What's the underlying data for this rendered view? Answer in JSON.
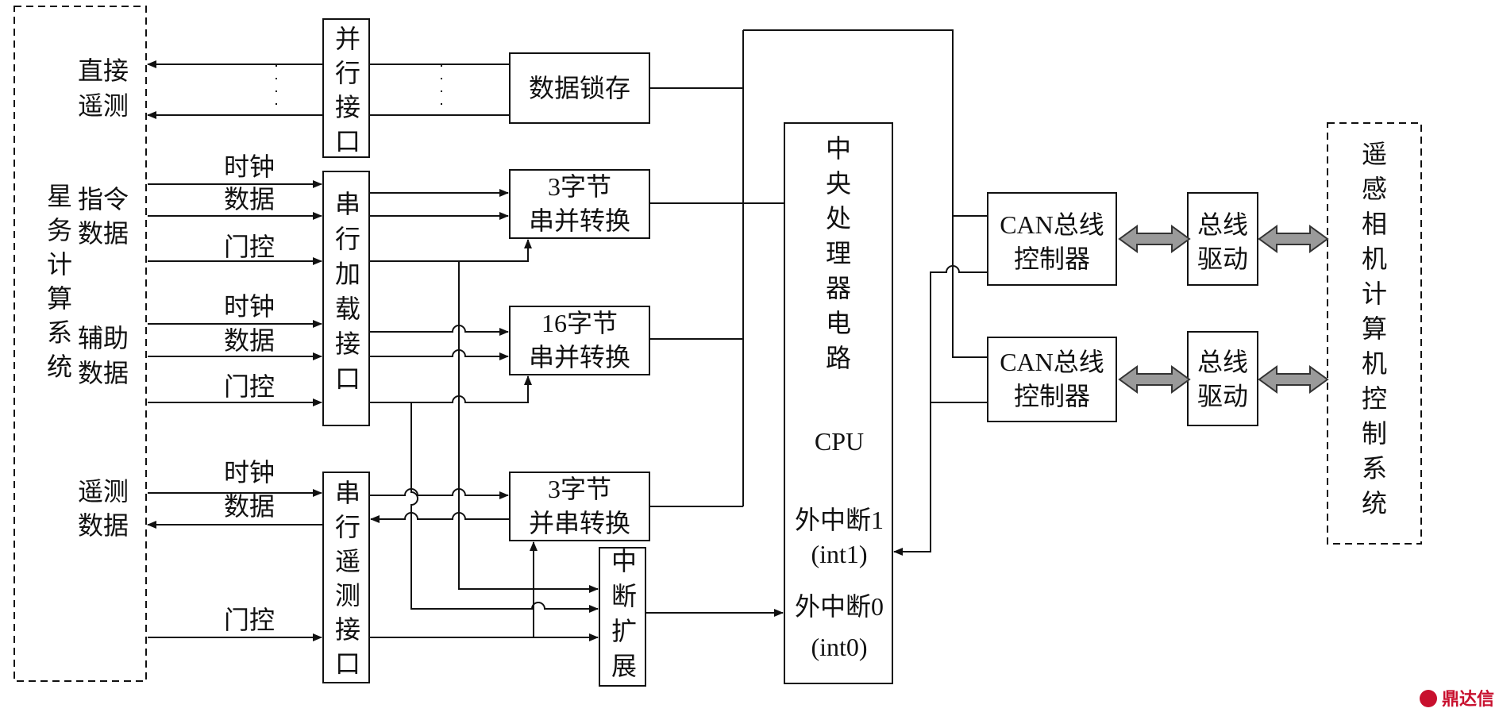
{
  "left_system": "星务计算系统",
  "right_system": "遥感相机计算机控制系统",
  "inputs": {
    "direct_telemetry": [
      "直接",
      "遥测"
    ],
    "command_data": [
      "指令",
      "数据"
    ],
    "aux_data": [
      "辅助",
      "数据"
    ],
    "telemetry_data": [
      "遥测",
      "数据"
    ]
  },
  "signals": {
    "clock": "时钟",
    "data": "数据",
    "gate": "门控"
  },
  "blocks": {
    "parallel_interface": "并行接口",
    "serial_load_interface": "串行加载接口",
    "serial_telemetry_interface": "串行遥测接口",
    "data_latch": "数据锁存",
    "sp3": [
      "3字节",
      "串并转换"
    ],
    "sp16": [
      "16字节",
      "串并转换"
    ],
    "ps3": [
      "3字节",
      "并串转换"
    ],
    "int_expand": "中断扩展",
    "cpu_title": "中央处理器电路",
    "cpu": "CPU",
    "ext_int1": [
      "外中断1",
      "(int1)"
    ],
    "ext_int0": [
      "外中断0",
      "(int0)"
    ],
    "can1": [
      "CAN总线",
      "控制器"
    ],
    "can2": [
      "CAN总线",
      "控制器"
    ],
    "drv1": [
      "总线",
      "驱动"
    ],
    "drv2": [
      "总线",
      "驱动"
    ]
  },
  "watermark": "鼎达信"
}
